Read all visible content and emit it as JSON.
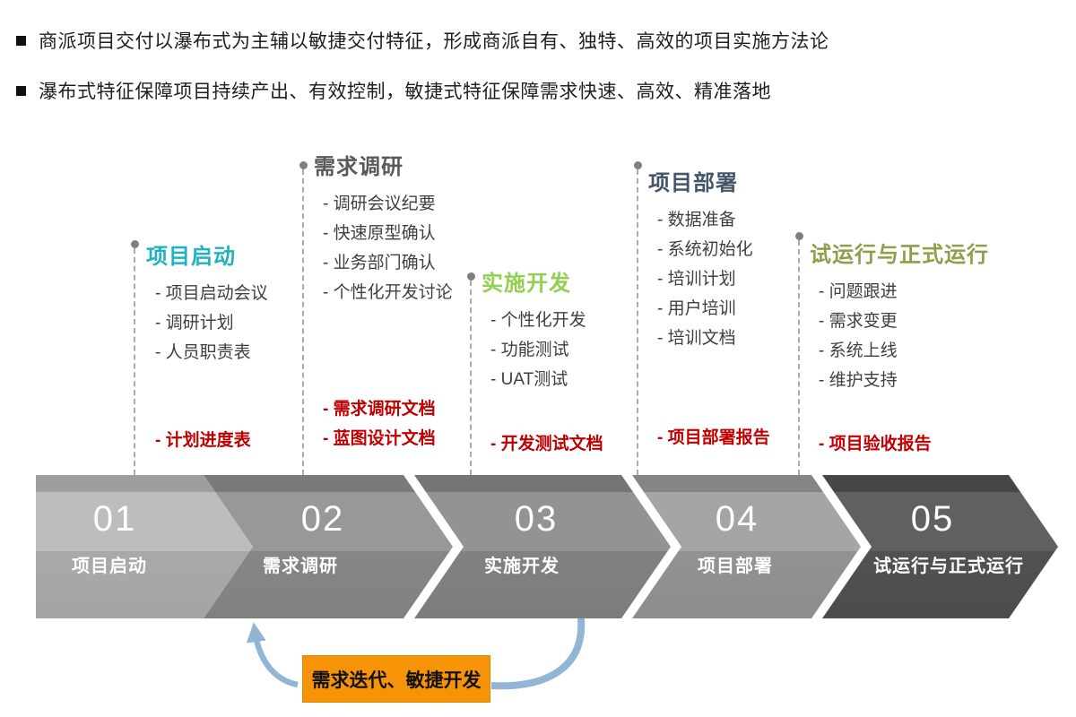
{
  "slide": {
    "bullets": [
      "商派项目交付以瀑布式为主辅以敏捷交付特征，形成商派自有、独特、高效的项目实施方法论",
      "瀑布式特征保障项目持续产出、有效控制，敏捷式特征保障需求快速、高效、精准落地"
    ]
  },
  "phases": [
    {
      "number": "01",
      "name": "项目启动",
      "header_color": "#1fb3c1",
      "items": [
        "项目启动会议",
        "调研计划",
        "人员职责表"
      ],
      "deliverables": [
        "计划进度表"
      ]
    },
    {
      "number": "02",
      "name": "需求调研",
      "header_color": "#595959",
      "items": [
        "调研会议纪要",
        "快速原型确认",
        "业务部门确认",
        "个性化开发讨论"
      ],
      "deliverables": [
        "需求调研文档",
        "蓝图设计文档"
      ]
    },
    {
      "number": "03",
      "name": "实施开发",
      "header_color": "#92d050",
      "items": [
        "个性化开发",
        "功能测试",
        "UAT测试"
      ],
      "deliverables": [
        "开发测试文档"
      ]
    },
    {
      "number": "04",
      "name": "项目部署",
      "header_color": "#44546a",
      "items": [
        "数据准备",
        "系统初始化",
        "培训计划",
        "用户培训",
        "培训文档"
      ],
      "deliverables": [
        "项目部署报告"
      ]
    },
    {
      "number": "05",
      "name": "试运行与正式运行",
      "header_color": "#8ca04a",
      "items": [
        "问题跟进",
        "需求变更",
        "系统上线",
        "维护支持"
      ],
      "deliverables": [
        "项目验收报告"
      ]
    }
  ],
  "loop": {
    "label": "需求迭代、敏捷开发",
    "box_color": "#f79306",
    "arrow_color": "#92b5d6"
  },
  "colors": {
    "deliverable_red": "#c00000",
    "dashed_line": "#ababab",
    "chevron_grays": [
      "#b3b3b3",
      "#8f8f8f",
      "#8a8a8a",
      "#9b9b9b",
      "#595959"
    ]
  }
}
